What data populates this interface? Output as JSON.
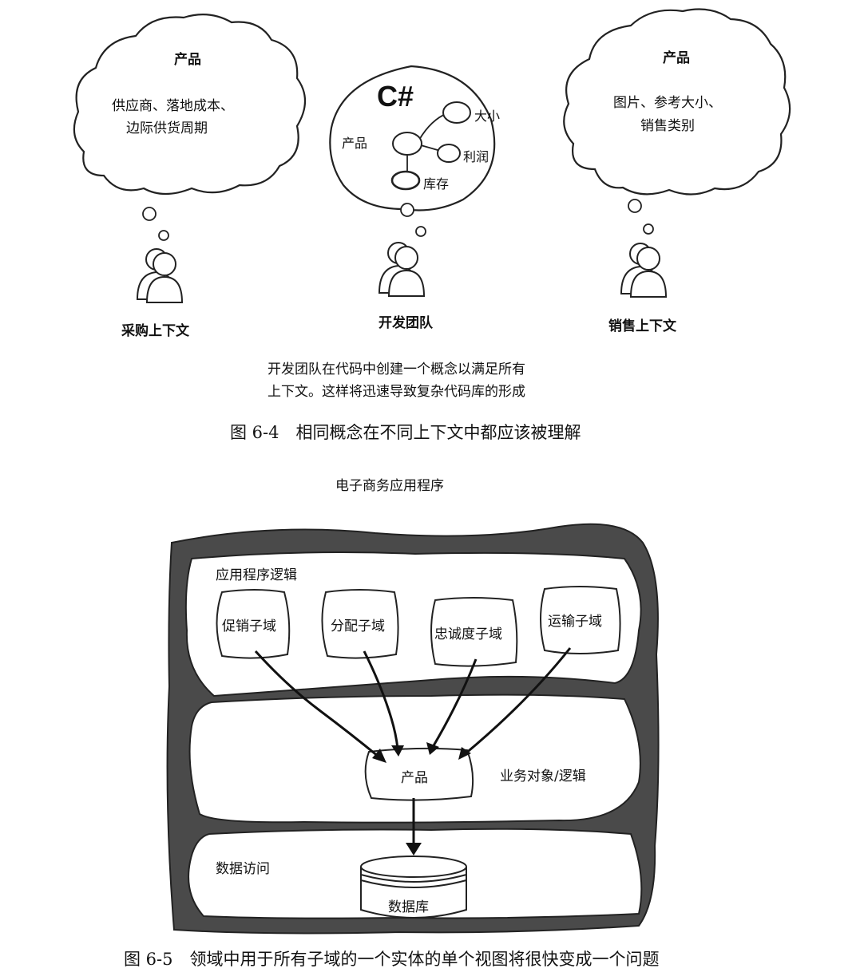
{
  "fig64": {
    "cloud_left": {
      "title": "产品",
      "line1": "供应商、落地成本、",
      "line2": "边际供货周期"
    },
    "cloud_center": {
      "csharp": "C#",
      "root": "产品",
      "node_size": "大小",
      "node_profit": "利润",
      "node_stock": "库存"
    },
    "cloud_right": {
      "title": "产品",
      "line1": "图片、参考大小、",
      "line2": "销售类别"
    },
    "person_left": "采购上下文",
    "person_center": "开发团队",
    "person_right": "销售上下文",
    "note_line1": "开发团队在代码中创建一个概念以满足所有",
    "note_line2": "上下文。这样将迅速导致复杂代码库的形成",
    "caption": "图 6-4　相同概念在不同上下文中都应该被理解"
  },
  "fig65": {
    "title": "电子商务应用程序",
    "layer_app": "应用程序逻辑",
    "subdomains": [
      "促销子域",
      "分配子域",
      "忠诚度子域",
      "运输子域"
    ],
    "product": "产品",
    "layer_business": "业务对象/逻辑",
    "layer_data": "数据访问",
    "database": "数据库",
    "caption": "图 6-5　领域中用于所有子域的一个实体的单个视图将很快变成一个问题"
  }
}
